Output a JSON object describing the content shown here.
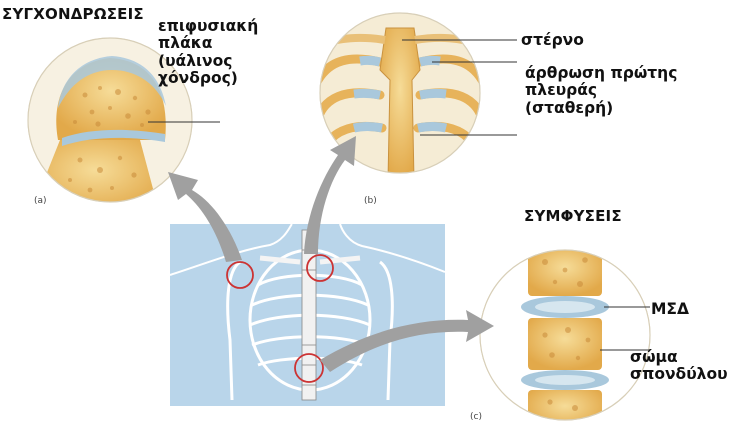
{
  "titles": {
    "synchondroses": "ΣΥΓΧΟΝΔΡΩΣΕΙΣ",
    "symphyses": "ΣΥΜΦΥΣΕΙΣ"
  },
  "labels": {
    "epiphyseal_plate": "επιφυσιακή\nπλάκα\n(υάλινος\nχόνδρος)",
    "sternum": "στέρνο",
    "first_rib_joint": "άρθρωση πρώτης\nπλευράς\n(σταθερή)",
    "disc": "ΜΣΔ",
    "vertebral_body": "σώμα\nσπονδύλου"
  },
  "panels": {
    "a": "(a)",
    "b": "(b)",
    "c": "(c)"
  },
  "colors": {
    "bone": "#e9b85c",
    "bone_light": "#f4d792",
    "cartilage": "#a9c8dc",
    "backdrop": "#b9d5ea",
    "arrow": "#a0a0a0",
    "highlight": "#cc3333"
  }
}
